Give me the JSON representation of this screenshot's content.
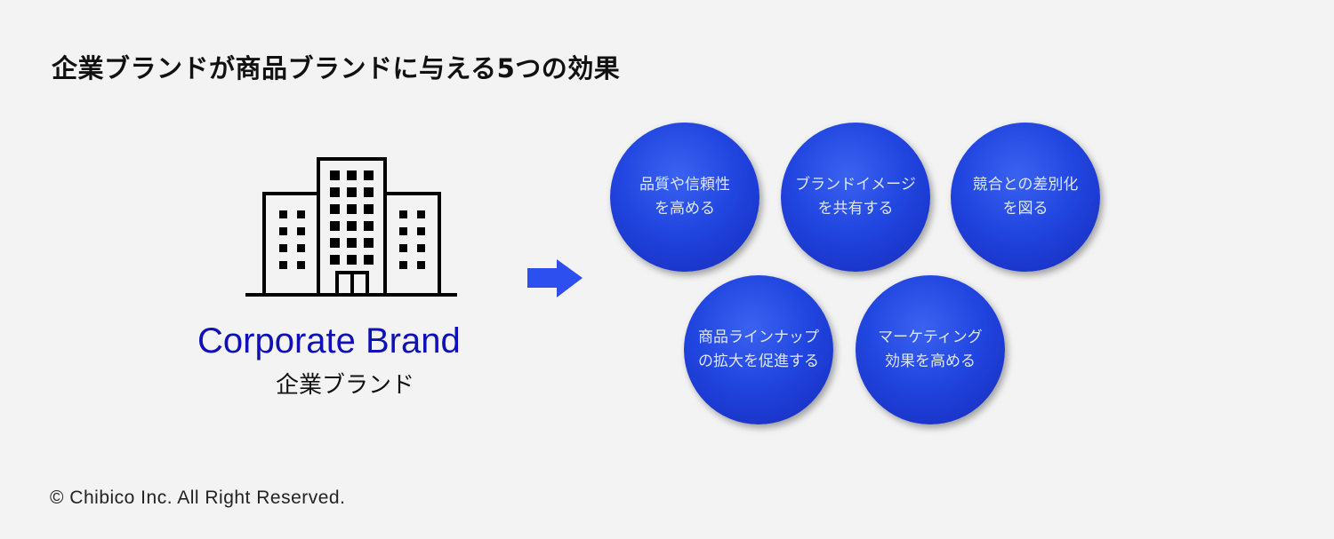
{
  "title": "企業ブランドが商品ブランドに与える5つの効果",
  "corporate": {
    "en": "Corporate Brand",
    "jp": "企業ブランド"
  },
  "colors": {
    "accent": "#1010b8",
    "circle": "#2146e0",
    "arrow": "#2d4ff0"
  },
  "effects": [
    {
      "line1": "品質や信頼性",
      "line2": "を高める"
    },
    {
      "line1": "ブランドイメージ",
      "line2": "を共有する"
    },
    {
      "line1": "競合との差別化",
      "line2": "を図る"
    },
    {
      "line1": "商品ラインナップ",
      "line2": "の拡大を促進する"
    },
    {
      "line1": "マーケティング",
      "line2": "効果を高める"
    }
  ],
  "copyright": "© Chibico Inc. All Right Reserved."
}
